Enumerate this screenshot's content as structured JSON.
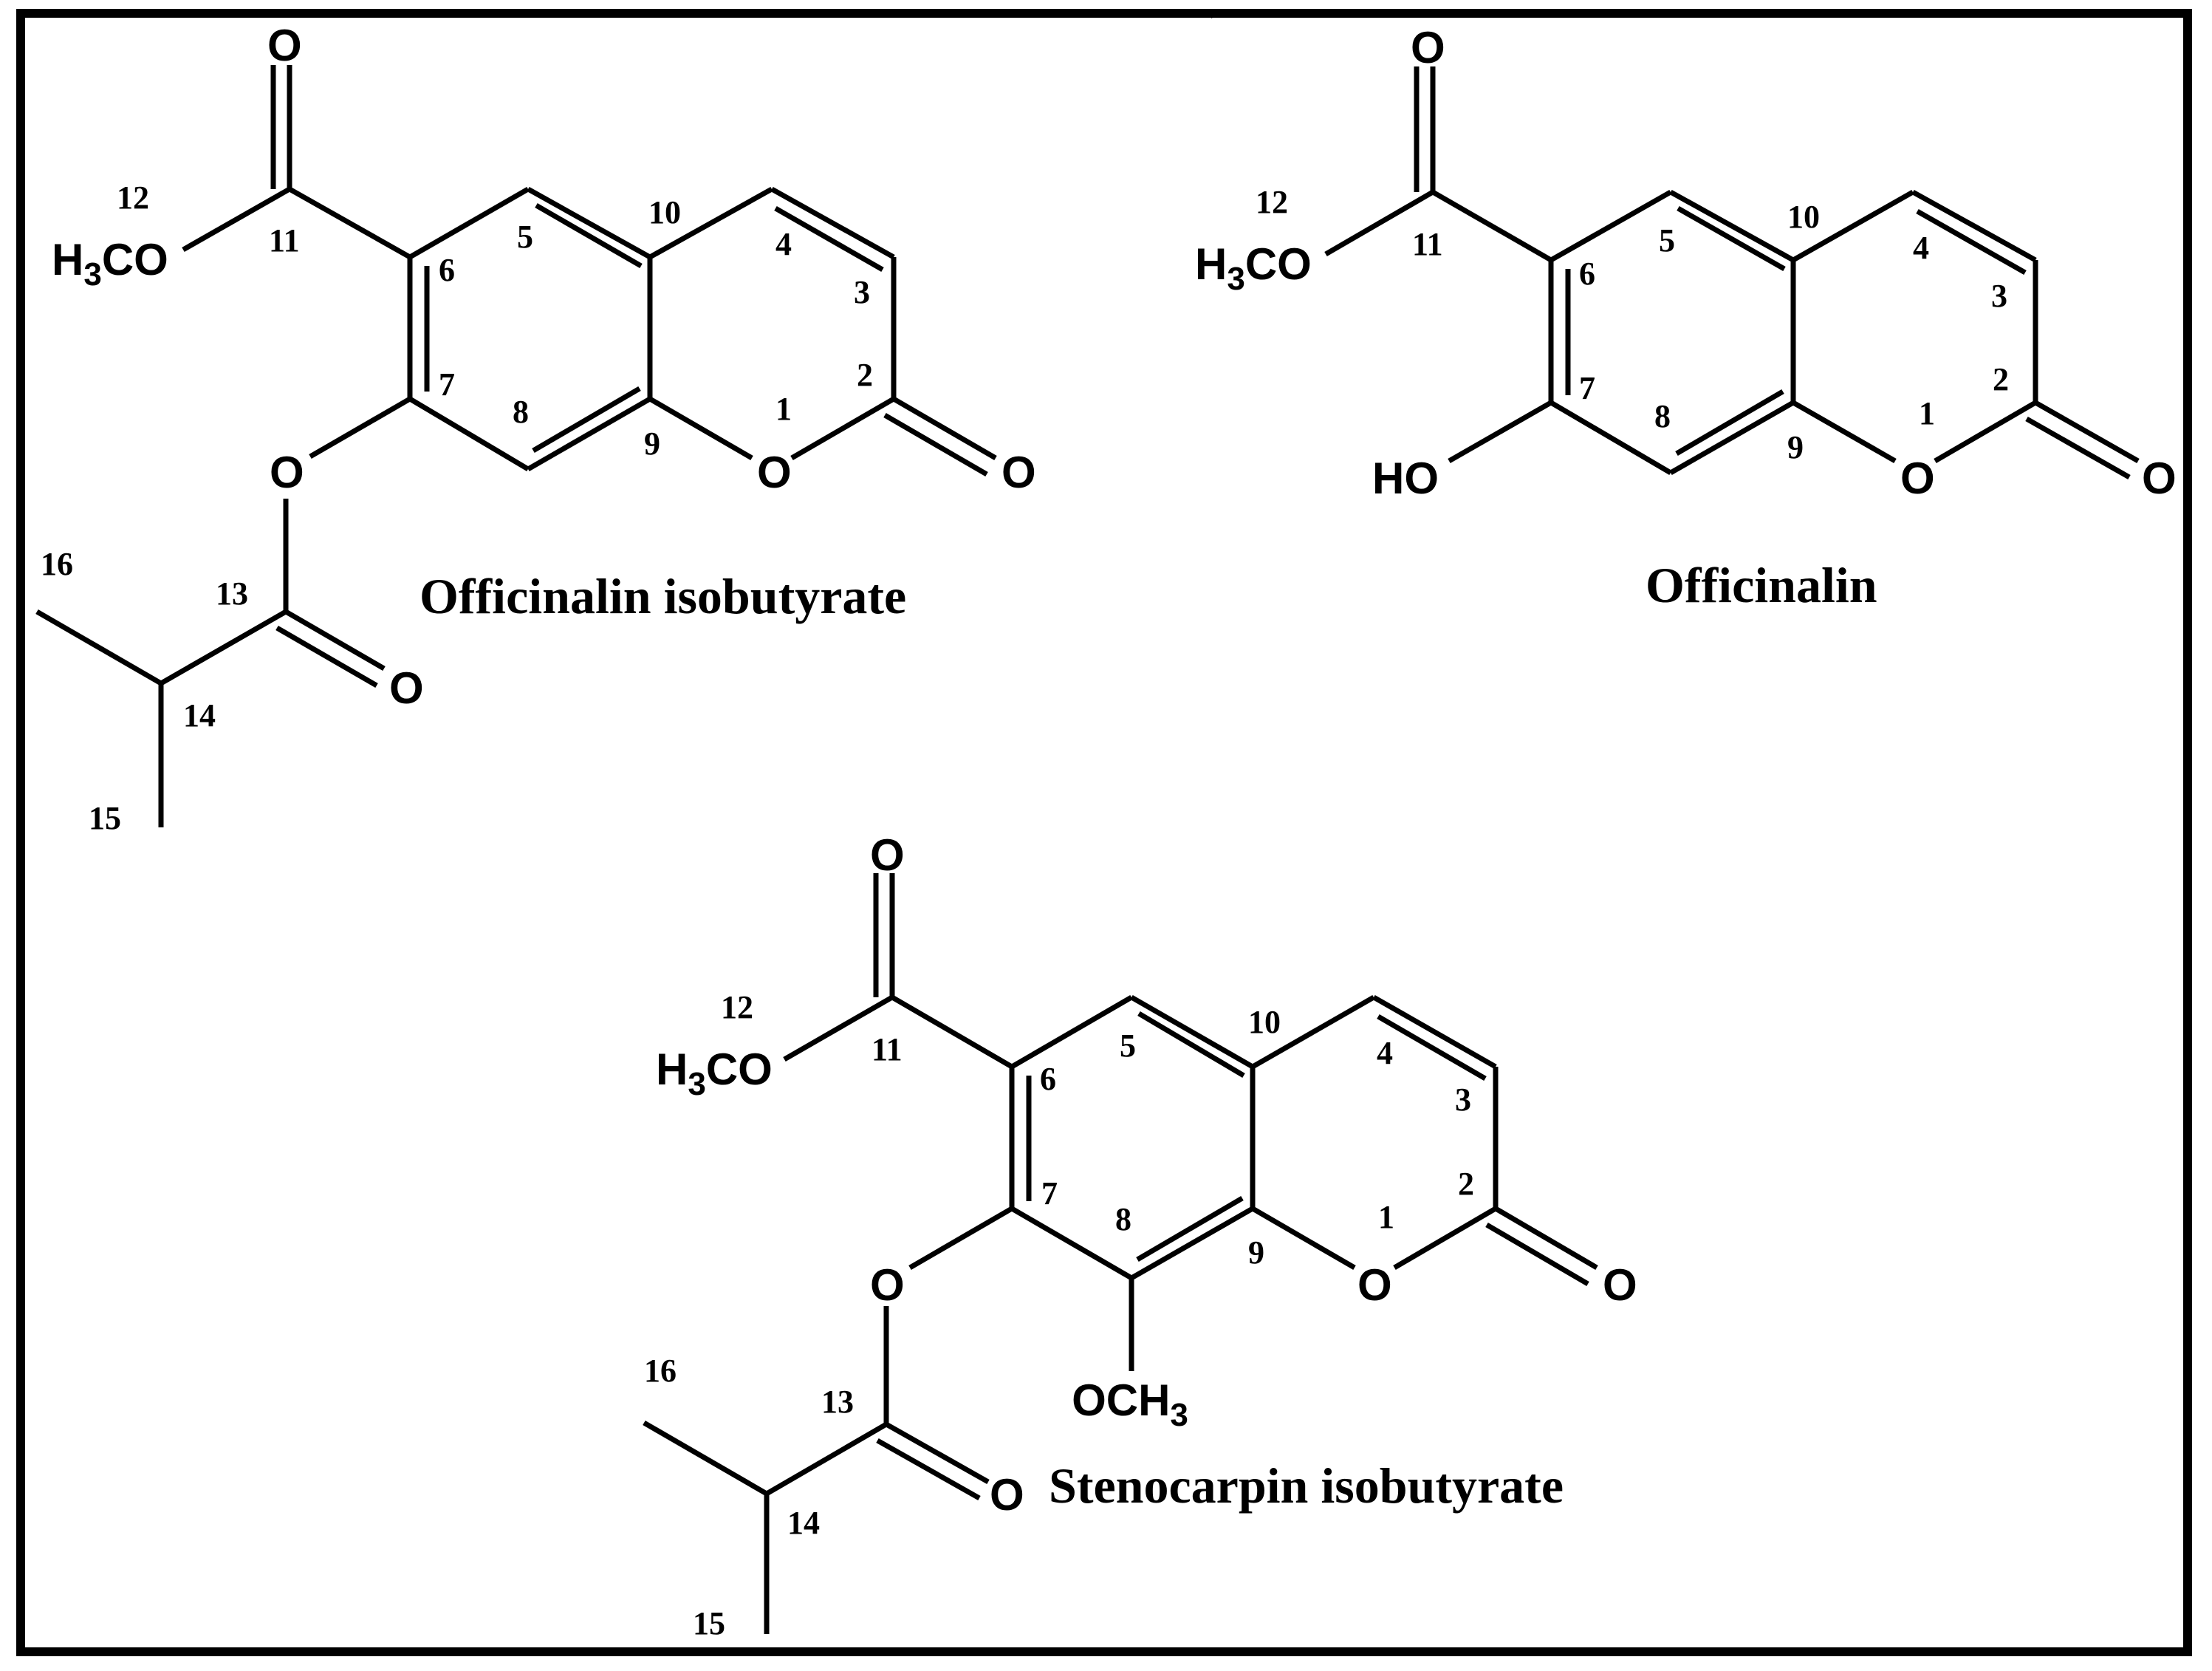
{
  "molecules": [
    {
      "name": "Officinalin isobutyrate",
      "atoms": {
        "carbonyl_o": "O",
        "methoxy_o": "H3CO",
        "ester_link_o": "O",
        "isobutyryl_o": "O",
        "ring_o": "O",
        "lactone_o": "O"
      },
      "numbers": [
        "1",
        "2",
        "3",
        "4",
        "5",
        "6",
        "7",
        "8",
        "9",
        "10",
        "11",
        "12",
        "13",
        "14",
        "15",
        "16"
      ]
    },
    {
      "name": "Officinalin",
      "atoms": {
        "carbonyl_o": "O",
        "methoxy_o": "H3CO",
        "hydroxyl": "HO",
        "ring_o": "O",
        "lactone_o": "O"
      },
      "numbers": [
        "1",
        "2",
        "3",
        "4",
        "5",
        "6",
        "7",
        "8",
        "9",
        "10",
        "11",
        "12"
      ]
    },
    {
      "name": "Stenocarpin isobutyrate",
      "atoms": {
        "carbonyl_o": "O",
        "methoxy_o": "H3CO",
        "ester_link_o": "O",
        "isobutyryl_o": "O",
        "ring_o": "O",
        "lactone_o": "O",
        "c8_methoxy": "OCH3"
      },
      "numbers": [
        "1",
        "2",
        "3",
        "4",
        "5",
        "6",
        "7",
        "8",
        "9",
        "10",
        "11",
        "12",
        "13",
        "14",
        "15",
        "16"
      ]
    }
  ],
  "chars": {
    "H": "H",
    "3": "3",
    "CO": "CO",
    "OCH": "OCH",
    "HO": "HO"
  }
}
